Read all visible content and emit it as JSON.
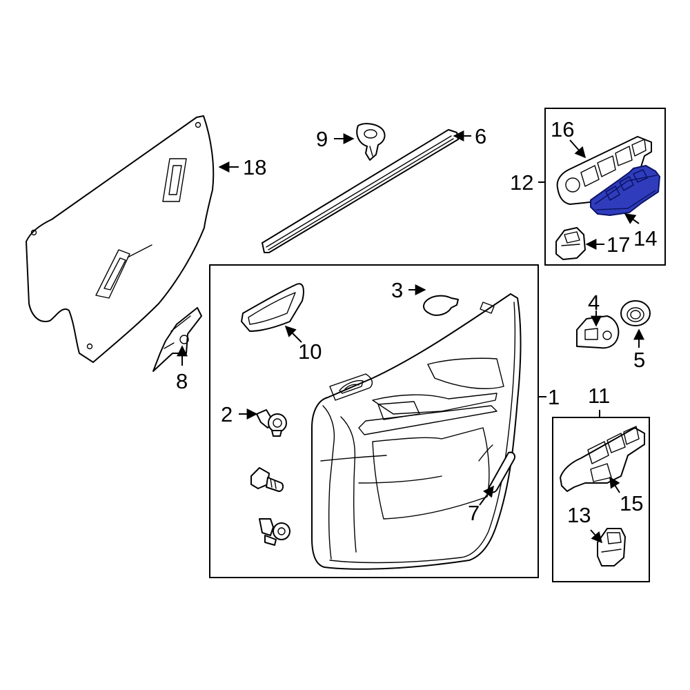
{
  "diagram": {
    "highlight_color": "#2f3dbd",
    "callouts": [
      {
        "id": "c1",
        "text": "1"
      },
      {
        "id": "c2",
        "text": "2"
      },
      {
        "id": "c3",
        "text": "3"
      },
      {
        "id": "c4",
        "text": "4"
      },
      {
        "id": "c5",
        "text": "5"
      },
      {
        "id": "c6",
        "text": "6"
      },
      {
        "id": "c7",
        "text": "7"
      },
      {
        "id": "c8",
        "text": "8"
      },
      {
        "id": "c9",
        "text": "9"
      },
      {
        "id": "c10",
        "text": "10"
      },
      {
        "id": "c11",
        "text": "11"
      },
      {
        "id": "c12",
        "text": "12"
      },
      {
        "id": "c13",
        "text": "13"
      },
      {
        "id": "c14",
        "text": "14"
      },
      {
        "id": "c15",
        "text": "15"
      },
      {
        "id": "c16",
        "text": "16"
      },
      {
        "id": "c17",
        "text": "17"
      },
      {
        "id": "c18",
        "text": "18"
      }
    ]
  }
}
